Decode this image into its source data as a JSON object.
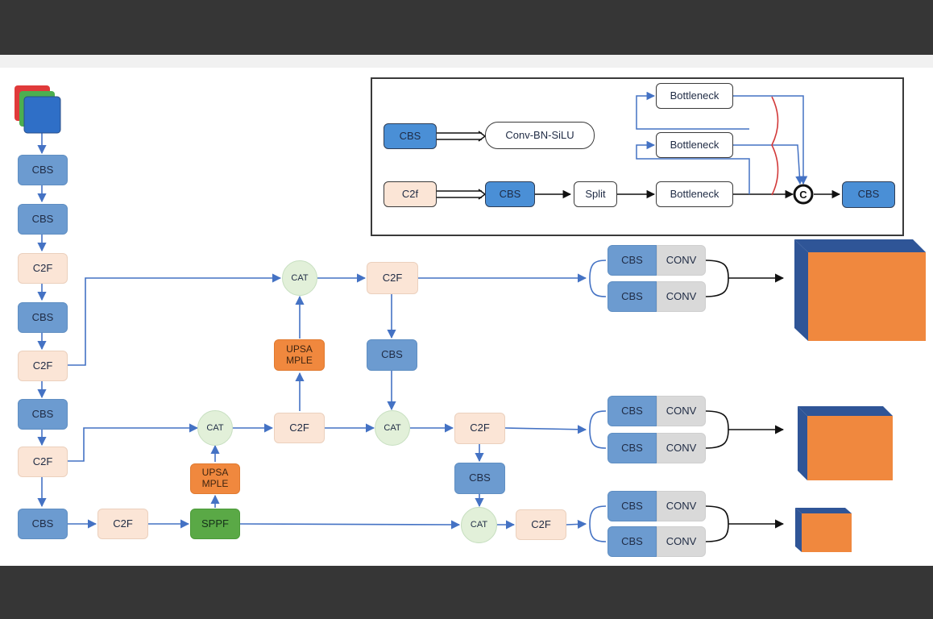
{
  "labels": {
    "cbs": "CBS",
    "c2f_upper": "C2F",
    "c2f_lower": "C2f",
    "cat": "CAT",
    "upsample": "UPSA MPLE",
    "sppf": "SPPF",
    "conv": "CONV",
    "conv_bn_silu": "Conv-BN-SiLU",
    "split": "Split",
    "bottleneck": "Bottleneck",
    "concat_symbol": "C"
  },
  "colors": {
    "cbs": "#6c9bd0",
    "c2f": "#fbe5d6",
    "cat": "#e2f0d9",
    "upsample": "#f0883e",
    "sppf": "#5aa946",
    "conv": "#d9d9d9",
    "output_front": "#f0883e",
    "output_side": "#2f5597",
    "arrow": "#4472c4",
    "brace": "#d23a3a"
  }
}
